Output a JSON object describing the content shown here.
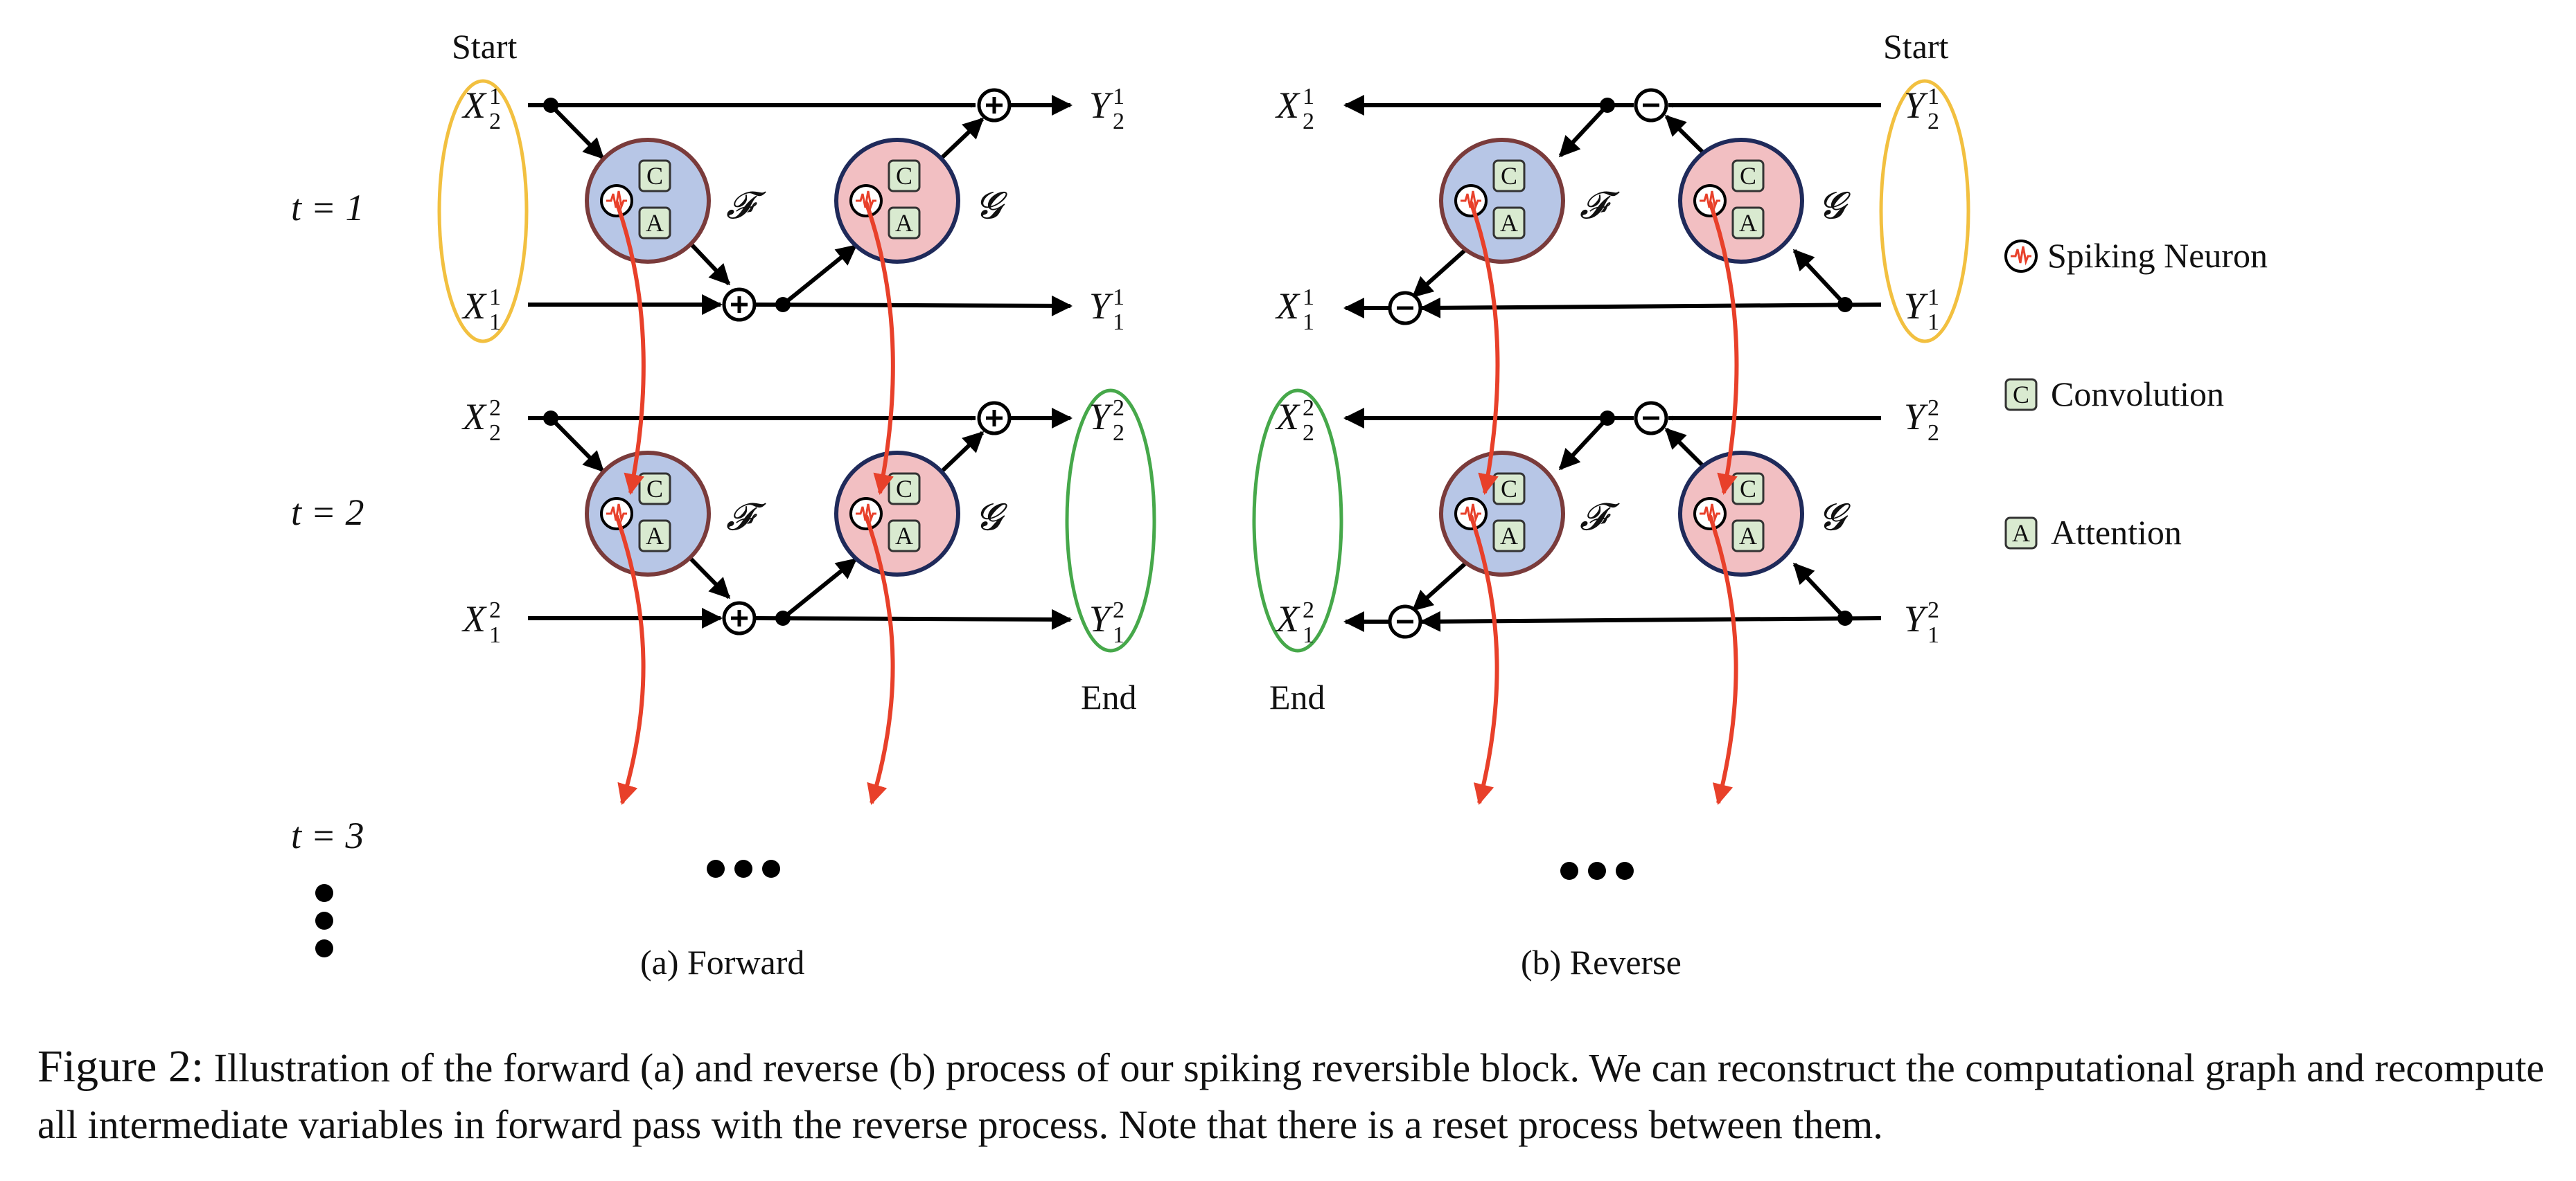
{
  "figure": {
    "forward_label": "(a) Forward",
    "reverse_label": "(b) Reverse",
    "start_label": "Start",
    "end_label": "End",
    "t1_label": "t = 1",
    "t2_label": "t = 2",
    "t3_label": "t = 3",
    "f_label": "𝓕",
    "g_label": "𝓖",
    "conv_letter": "C",
    "attn_letter": "A",
    "vars": {
      "x2_1": "X",
      "x1_1": "X",
      "y2_1": "Y",
      "y1_1": "Y",
      "x2_2": "X",
      "x1_2": "X",
      "y2_2": "Y",
      "y1_2": "Y"
    }
  },
  "legend": {
    "spiking_neuron": "Spiking Neuron",
    "convolution": "Convolution",
    "attention": "Attention"
  },
  "caption": {
    "number": "Figure 2:",
    "text": "Illustration of the forward (a) and reverse (b) process of our spiking reversible block. We can reconstruct the computational graph and recompute all intermediate variables in forward pass with the reverse process. Note that there is a reset process between them."
  },
  "colors": {
    "f_fill": "#b7c6e6",
    "g_fill": "#f2bfc2",
    "module_border": "#1f2a5a",
    "ring_border": "#7a3b3b",
    "box_fill": "#d9ead0",
    "spike_red": "#e8402a",
    "start_ellipse": "#f2c040",
    "end_ellipse": "#46a84a"
  }
}
